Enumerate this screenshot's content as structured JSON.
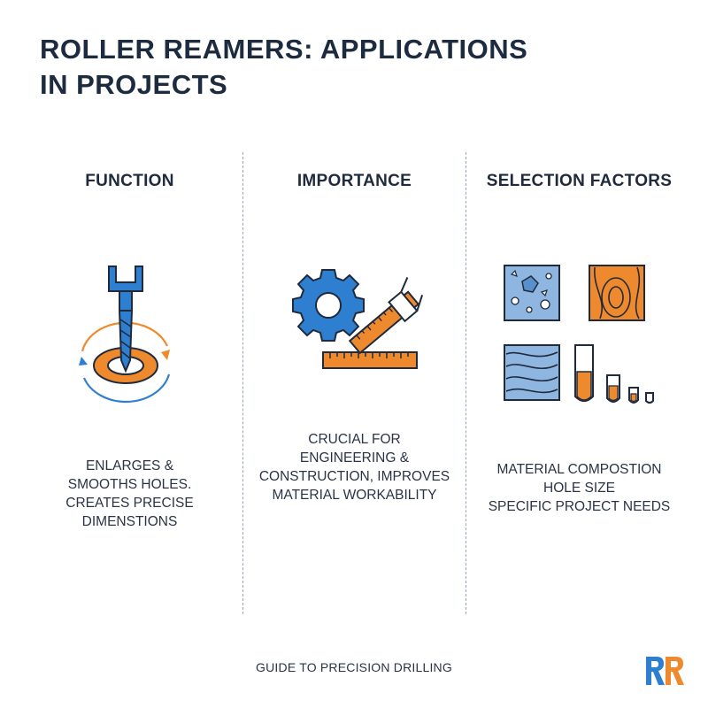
{
  "title": {
    "line1": "ROLLER REAMERS: APPLICATIONS",
    "line2": "IN PROJECTS"
  },
  "columns": [
    {
      "heading": "FUNCTION",
      "icon": "drill-reamer-icon",
      "lines": [
        "ENLARGES &",
        "SMOOTHS HOLES.",
        "CREATES PRECISE",
        "DIMENSTIONS"
      ]
    },
    {
      "heading": "IMPORTANCE",
      "icon": "gear-and-ruler-icon",
      "lines": [
        "CRUCIAL FOR",
        "ENGINEERING &",
        "CONSTRUCTION, IMPROVES",
        "MATERIAL WORKABILITY"
      ]
    },
    {
      "heading": "SELECTION FACTORS",
      "icon": "material-samples-icon",
      "lines": [
        "MATERIAL COMPOSTION",
        "HOLE SIZE",
        "SPECIFIC PROJECT NEEDS"
      ]
    }
  ],
  "footer": "GUIDE TO PRECISION DRILLING",
  "logo": {
    "text": "RR",
    "icon": "rr-logo-icon"
  },
  "colors": {
    "blue": "#2f7fd0",
    "orange": "#ee8a2d",
    "navy": "#1f2a3c",
    "divider": "#9aa7b6"
  }
}
